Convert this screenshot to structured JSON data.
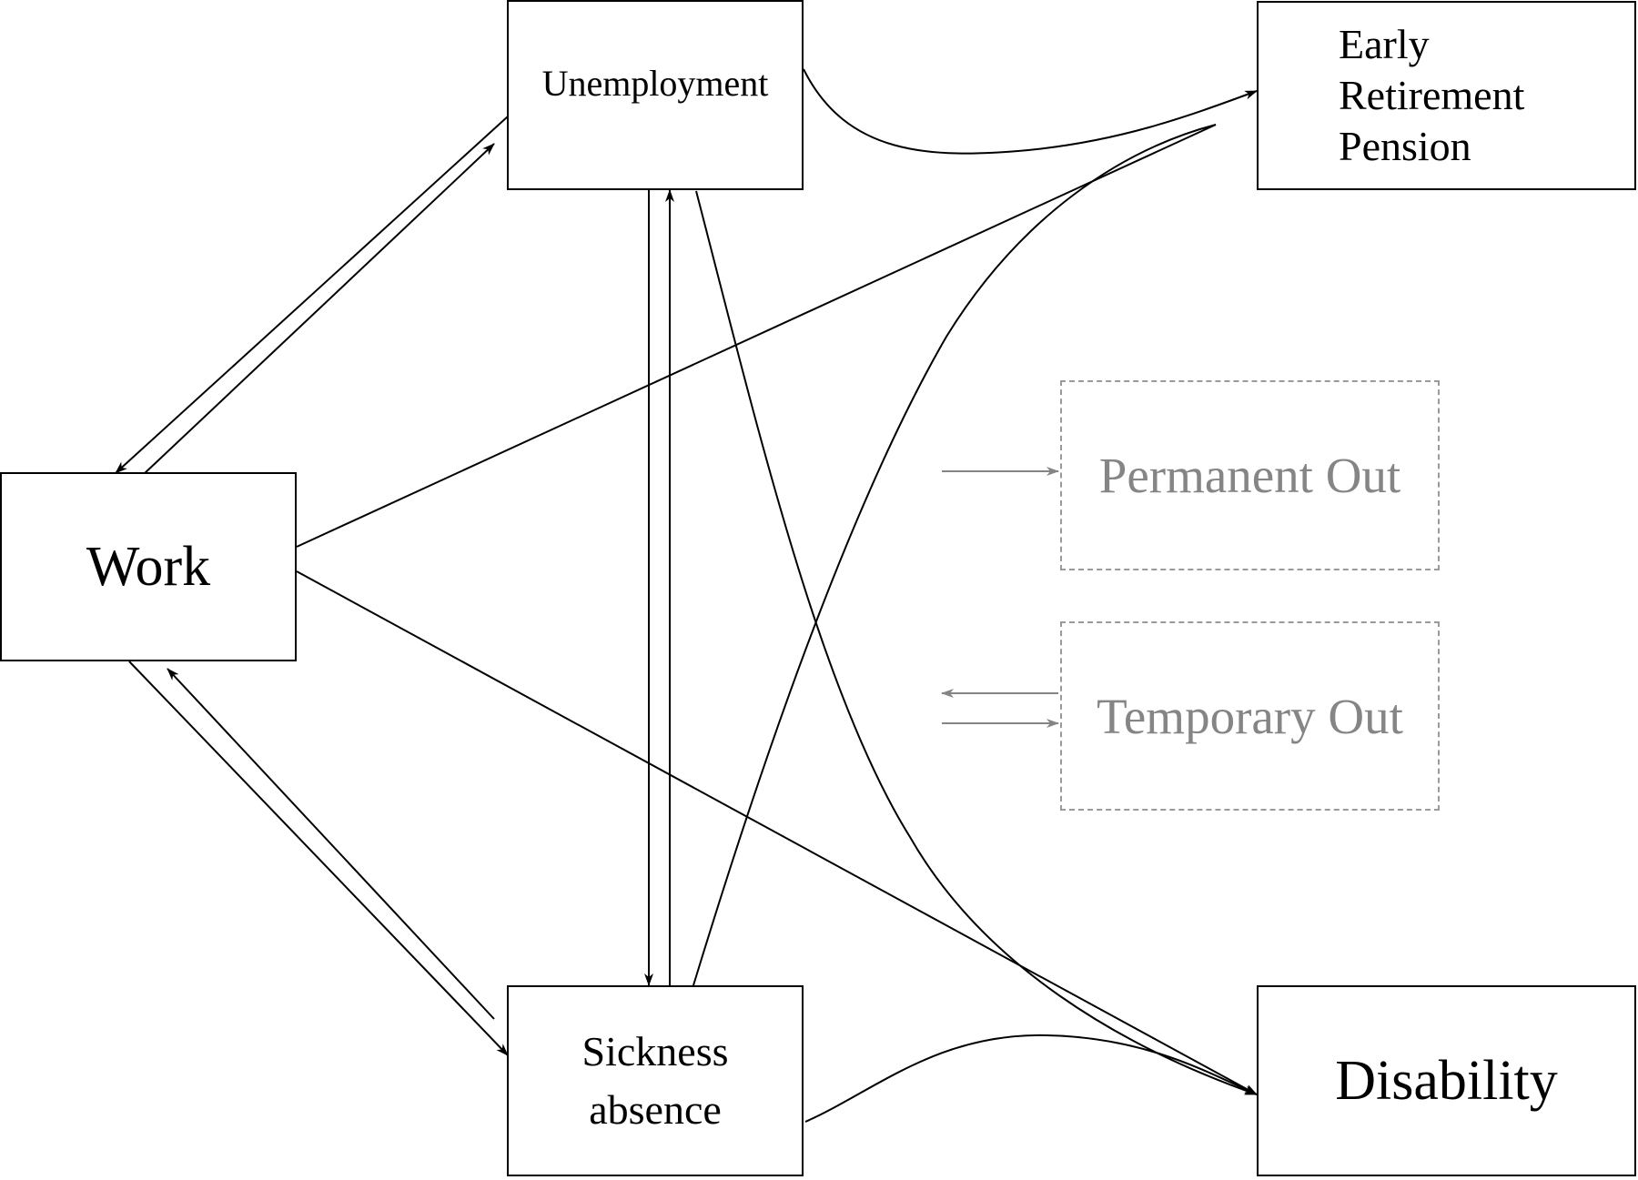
{
  "nodes": {
    "work": "Work",
    "unemployment": "Unemployment",
    "early_retirement": [
      "Early",
      "Retirement",
      "Pension"
    ],
    "sickness_absence": [
      "Sickness",
      "absence"
    ],
    "disability": "Disability"
  },
  "legend": {
    "permanent_out": "Permanent Out",
    "temporary_out": "Temporary Out"
  },
  "colors": {
    "line": "#000000",
    "legend": "#858585"
  }
}
